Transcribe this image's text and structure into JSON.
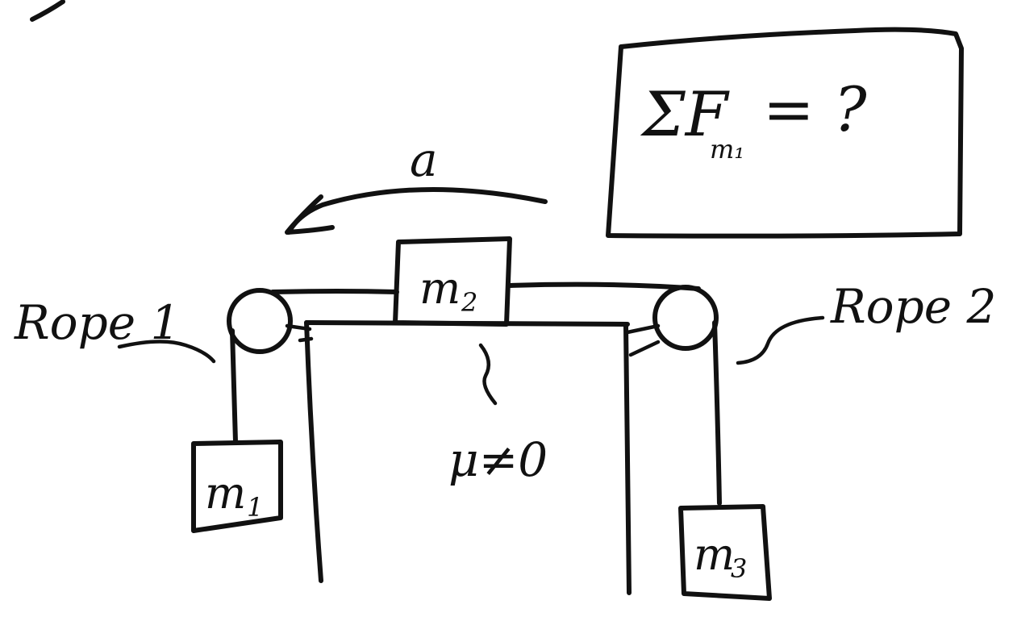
{
  "colors": {
    "ink": "#111111",
    "paper": "#ffffff"
  },
  "labels": {
    "rope_left": "Rope 1",
    "rope_right": "Rope 2",
    "acceleration": "a",
    "friction": "μ≠0"
  },
  "masses": {
    "m1": {
      "letter": "m",
      "subscript": "1"
    },
    "m2": {
      "letter": "m",
      "subscript": "2"
    },
    "m3": {
      "letter": "m",
      "subscript": "3"
    }
  },
  "question": {
    "prefix": "ΣF",
    "subscript": "m₁",
    "suffix": "= ?"
  }
}
